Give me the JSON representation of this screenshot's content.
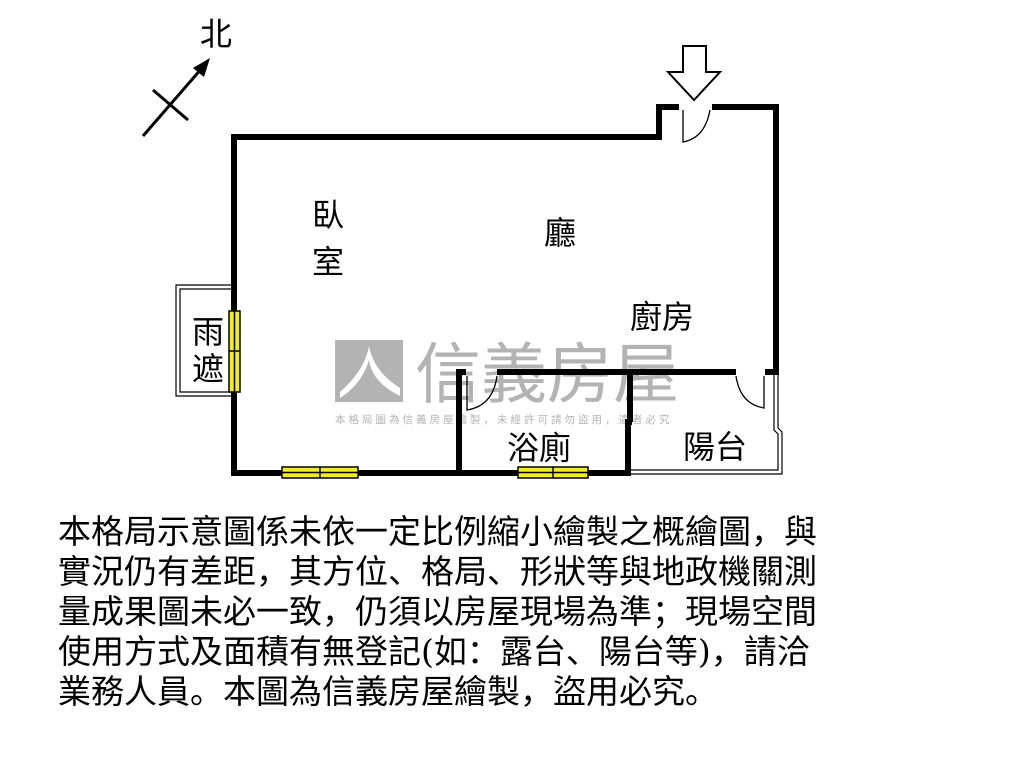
{
  "compass": {
    "north_label": "北"
  },
  "rooms": {
    "bedroom_line1": "臥",
    "bedroom_line2": "室",
    "living": "廳",
    "kitchen": "廚房",
    "bathroom": "浴廁",
    "balcony": "陽台",
    "canopy_line1": "雨",
    "canopy_line2": "遮"
  },
  "watermark": {
    "brand": "信義房屋",
    "notice": "本格局圖為信義房屋繪製，未經許可請勿盜用，違者必究"
  },
  "colors": {
    "wall": "#000000",
    "window": "#f2ee1c",
    "watermark": "#9a9a9a"
  },
  "disclaimer": {
    "lines": [
      "本格局示意圖係未依一定比例縮小繪製之概繪圖，與",
      "實況仍有差距，其方位、格局、形狀等與地政機關測",
      "量成果圖未必一致，仍須以房屋現場為準；現場空間",
      "使用方式及面積有無登記(如：露台、陽台等)，請洽",
      "業務人員。本圖為信義房屋繪製，盜用必究。"
    ]
  }
}
